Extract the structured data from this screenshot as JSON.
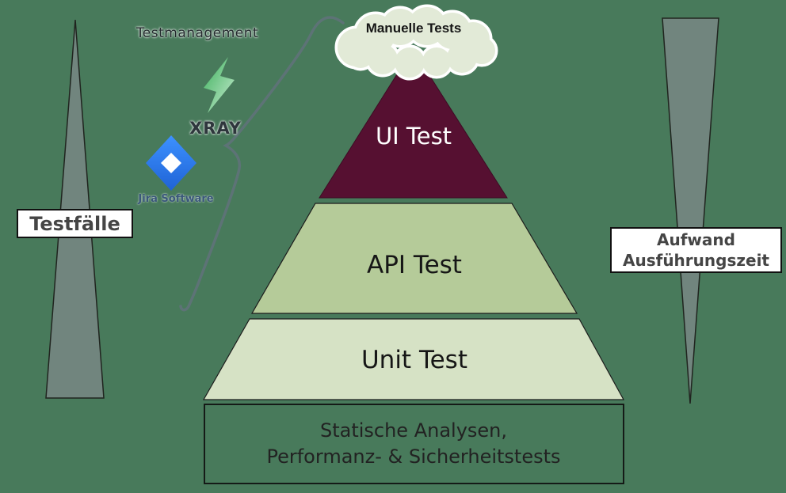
{
  "canvas": {
    "background": "#487a5b"
  },
  "cloud": {
    "label": "Manuelle Tests",
    "fill": "#e2ead7"
  },
  "tooling": {
    "title": "Testmanagement",
    "product_label": "XRAY",
    "platform_label": "Jira Software",
    "bolt_green_dark": "#3cb05b",
    "bolt_green_light": "#c9ecd2",
    "jira_blue_light": "#3d91ff",
    "jira_blue_dark": "#1f63d6"
  },
  "left_indicator": {
    "label": "Testfälle",
    "fill": "#71857e"
  },
  "right_indicator": {
    "line1": "Aufwand",
    "line2": "Ausführungszeit",
    "fill": "#71857e"
  },
  "pyramid": {
    "levels": [
      {
        "label": "UI Test",
        "fill": "#561031",
        "text_color": "#ffffff"
      },
      {
        "label": "API Test",
        "fill": "#b5cb99",
        "text_color": "#161616"
      },
      {
        "label": "Unit Test",
        "fill": "#d6e2c5",
        "text_color": "#161616"
      }
    ],
    "base": {
      "line1": "Statische Analysen,",
      "line2": "Performanz- & Sicherheitstests"
    }
  },
  "connector": {
    "color": "#5d7376"
  }
}
